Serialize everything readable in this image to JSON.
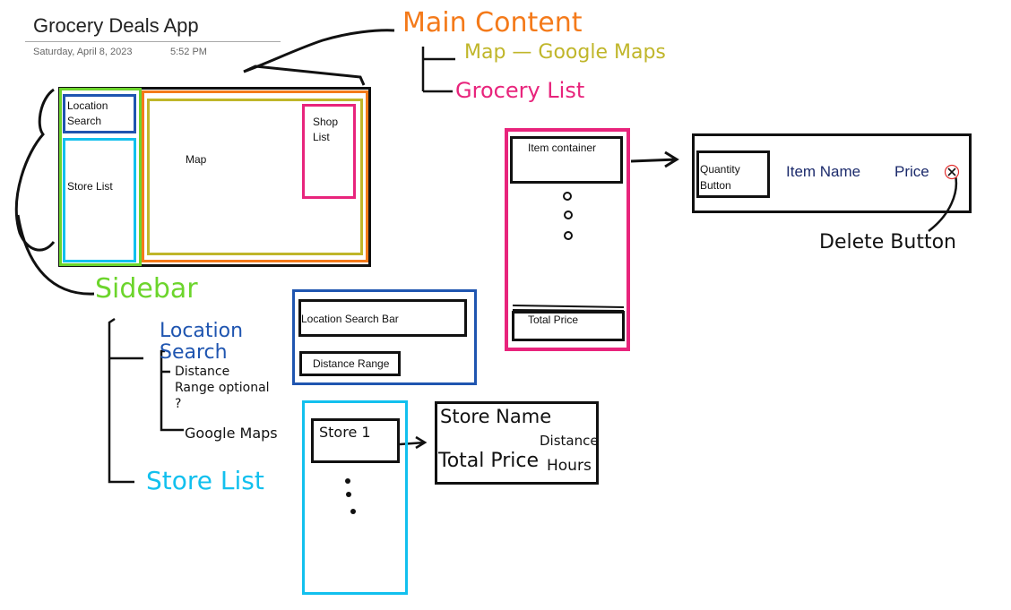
{
  "header": {
    "title": "Grocery Deals App",
    "date": "Saturday, April 8, 2023",
    "time": "5:52 PM"
  },
  "wireframe": {
    "location_search": "Location Search",
    "store_list": "Store List",
    "map": "Map",
    "shop_list": "Shop List"
  },
  "annotations": {
    "main_content": "Main Content",
    "map_google_maps": "Map — Google Maps",
    "grocery_list": "Grocery List",
    "sidebar": "Sidebar",
    "location_search": "Location Search",
    "distance_range_optional": "Distance Range optional ?",
    "google_maps": "Google Maps",
    "store_list": "Store List",
    "delete_button": "Delete Button"
  },
  "grocery_list_panel": {
    "item_container": "Item container",
    "total_price": "Total Price"
  },
  "item_detail": {
    "quantity_button": "Quantity Button",
    "item_name": "Item Name",
    "price": "Price"
  },
  "location_search_panel": {
    "search_bar": "Location Search Bar",
    "distance_range": "Distance Range"
  },
  "store_list_panel": {
    "store_item": "Store 1"
  },
  "store_detail": {
    "store_name": "Store Name",
    "distance": "Distance",
    "total_price": "Total Price",
    "hours": "Hours"
  },
  "colors": {
    "main_content": "#f47a1a",
    "map": "#c0b62a",
    "grocery_list": "#e8247c",
    "sidebar": "#6cd52c",
    "location_search": "#1f55b0",
    "store_list": "#12c0ee",
    "ink": "#111111"
  }
}
